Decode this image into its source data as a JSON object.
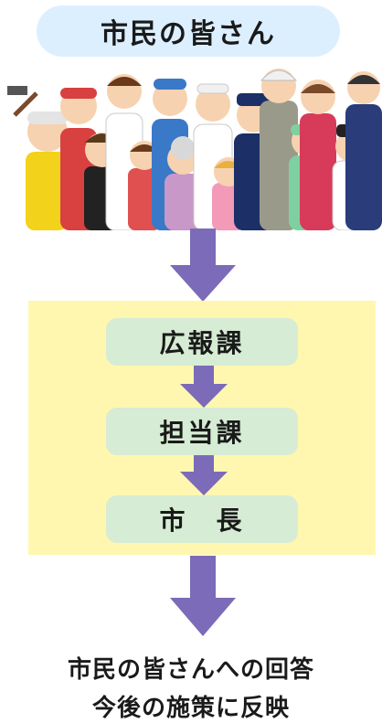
{
  "top_label": "市民の皆さん",
  "steps": [
    "広報課",
    "担当課",
    "市　長"
  ],
  "result_lines": [
    "市民の皆さんへの回答",
    "今後の施策に反映"
  ],
  "colors": {
    "top_pill": "#dcefff",
    "panel": "#fff7b0",
    "step_box": "#d6ecd4",
    "arrow": "#7b6bb8"
  }
}
